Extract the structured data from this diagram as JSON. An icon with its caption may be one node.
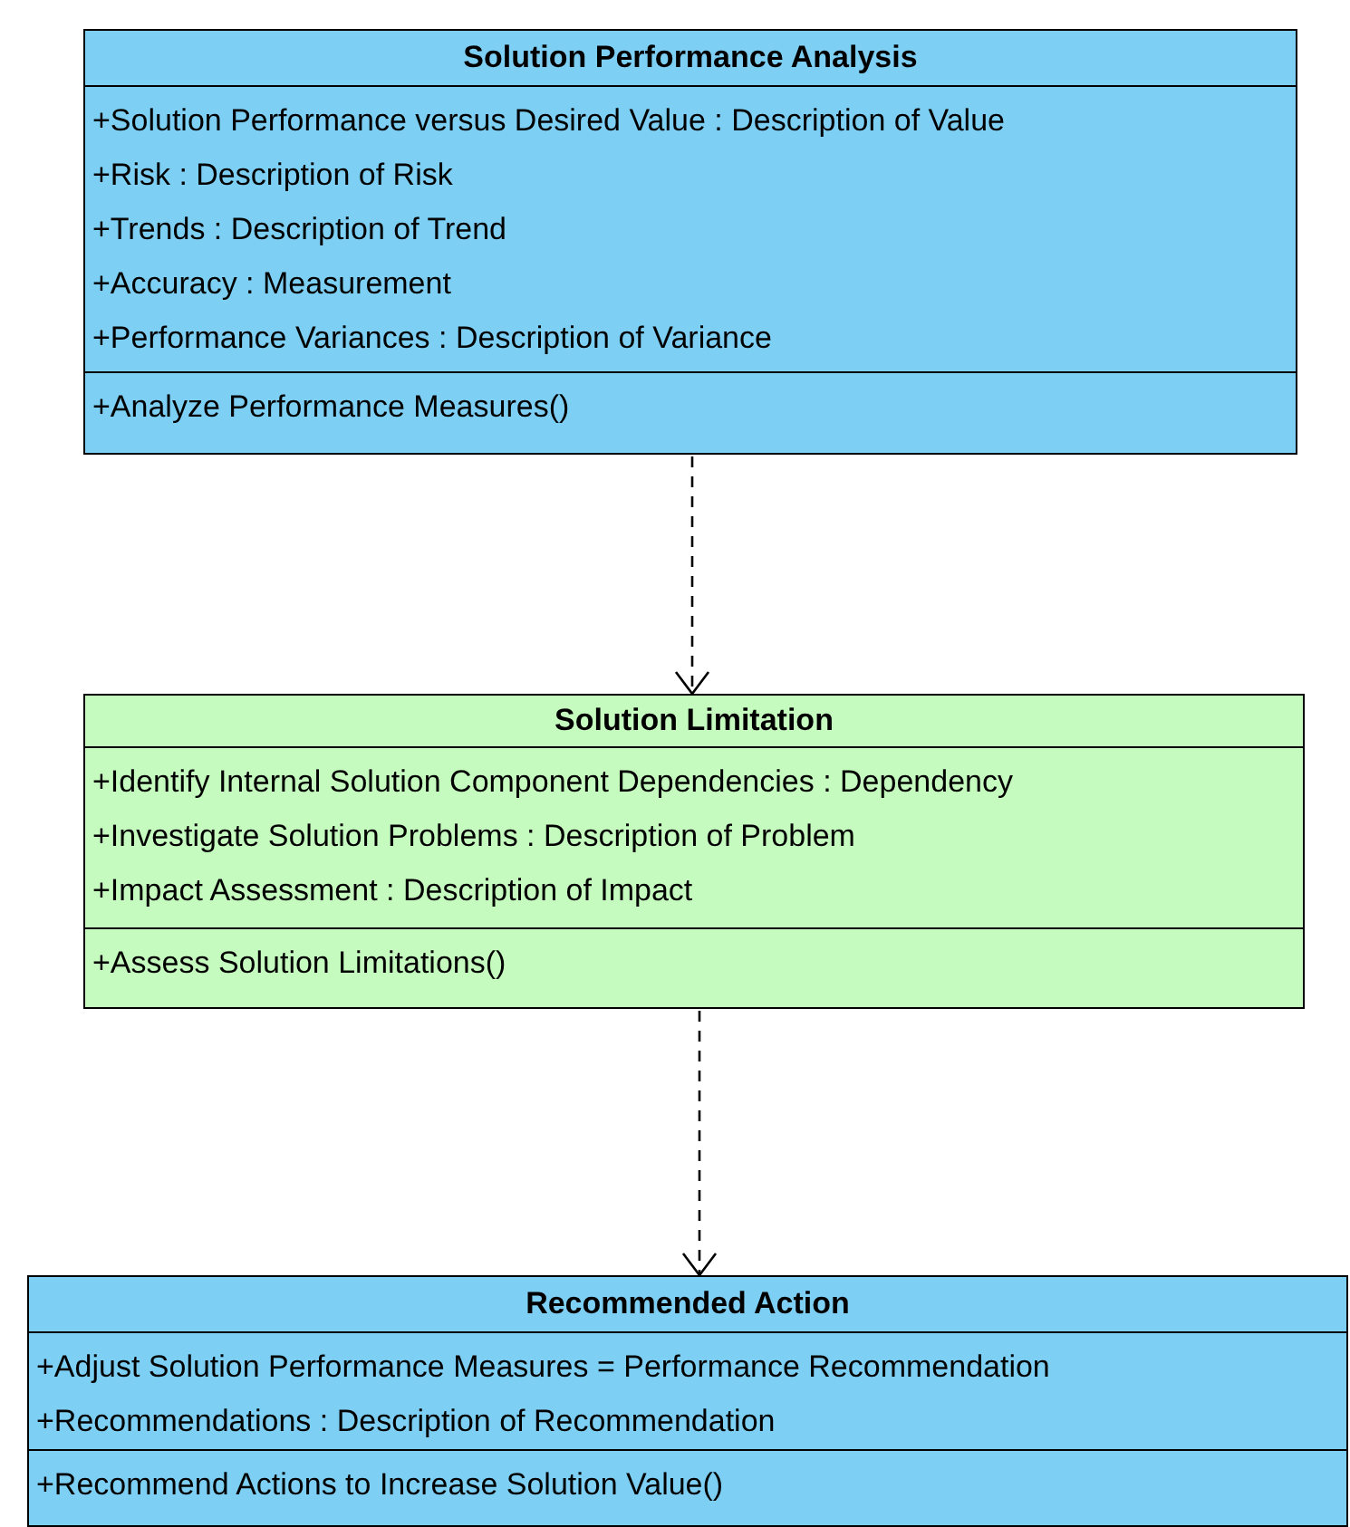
{
  "diagram": {
    "nodes": [
      {
        "text": [
          "Solution Performance Analysis"
        ]
      },
      {
        "text": [
          "+Solution Performance versus Desired Value : Description of Value",
          "+Risk : Description of Risk",
          "+Trends : Description of Trend",
          "+Accuracy : Measurement",
          "+Performance Variances : Description of Variance"
        ],
        "in": 0
      },
      {
        "text": [
          "+Analyze Performance Measures()"
        ],
        "in": 0
      },
      {
        "text": [
          "Solution Limitation"
        ]
      },
      {
        "text": [
          "+Identify Internal Solution Component Dependencies : Dependency",
          "+Investigate Solution Problems : Description of Problem",
          "+Impact Assessment : Description of Impact"
        ],
        "in": 3
      },
      {
        "text": [
          "+Assess Solution Limitations()"
        ],
        "in": 3
      },
      {
        "text": [
          "Recommended Action"
        ]
      },
      {
        "text": [
          "+Adjust Solution Performance Measures = Performance Recommendation",
          "+Recommendations : Description of Recommendation"
        ],
        "in": 6
      },
      {
        "text": [
          "+Recommend Actions to Increase Solution Value()"
        ],
        "in": 6
      }
    ],
    "edges": [
      {
        "from": 0,
        "to": 3,
        "arrow": "to",
        "style": "dashed"
      },
      {
        "from": 3,
        "to": 6,
        "arrow": "to",
        "style": "dashed"
      }
    ]
  }
}
